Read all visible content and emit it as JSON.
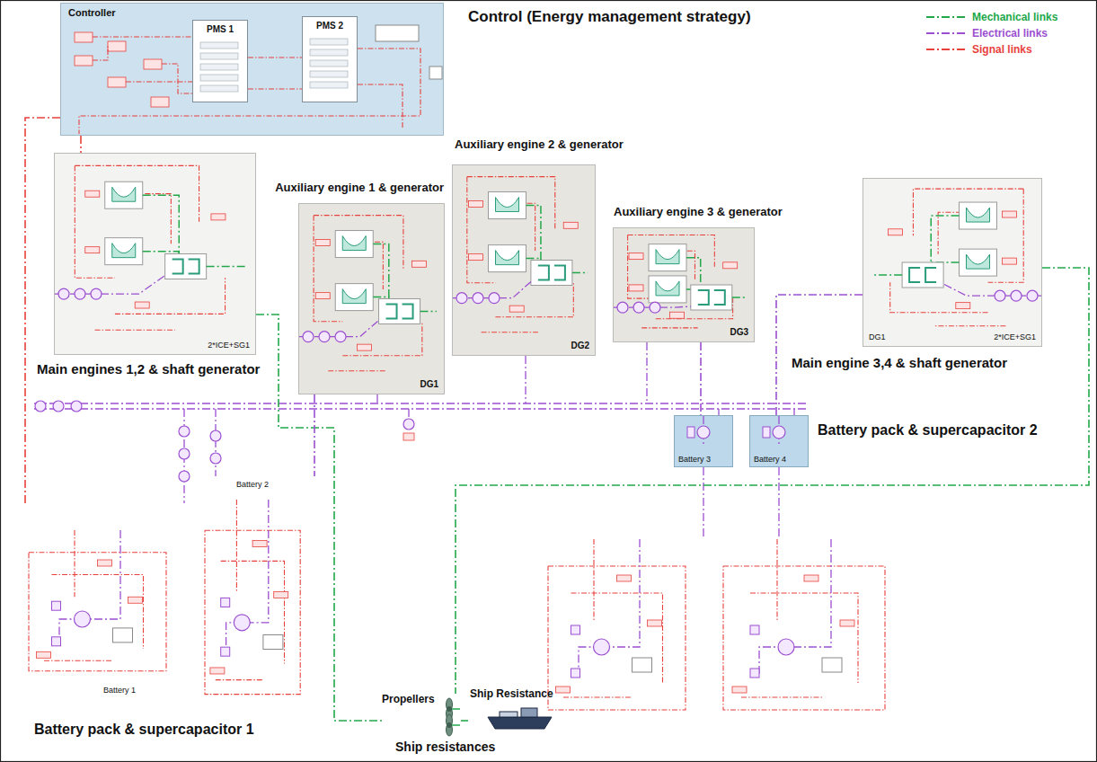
{
  "diagram": {
    "nodes": [
      {
        "text": [
          "Controller",
          "Control (Energy management strategy)"
        ]
      },
      {
        "text": [
          "PMS 1"
        ],
        "in": 0
      },
      {
        "text": [
          "PMS 2"
        ],
        "in": 0
      },
      {
        "text": [
          "2*ICE+SG1",
          "Main engines 1,2 & shaft generator"
        ]
      },
      {
        "text": [
          "Auxiliary engine 1 & generator",
          "DG1"
        ]
      },
      {
        "text": [
          "Auxiliary engine 2 & generator",
          "DG2"
        ]
      },
      {
        "text": [
          "Auxiliary engine 3 & generator",
          "DG3"
        ]
      },
      {
        "text": [
          "DG1",
          "2*ICE+SG1",
          "Main engine 3,4 & shaft generator"
        ]
      },
      {
        "text": [
          "Battery 1"
        ]
      },
      {
        "text": [
          "Battery 2"
        ]
      },
      {
        "text": [
          "Battery 3"
        ]
      },
      {
        "text": [
          "Battery 4"
        ]
      },
      {
        "text": [
          "Propellers"
        ]
      },
      {
        "text": [
          "Ship Resistance"
        ]
      }
    ],
    "edges": [
      {
        "from": 0,
        "to": 3,
        "arrow": "none"
      },
      {
        "from": 0,
        "to": 8,
        "arrow": "none"
      },
      {
        "from": 3,
        "to": 12,
        "arrow": "none"
      },
      {
        "from": 7,
        "to": 12,
        "arrow": "none"
      },
      {
        "from": 12,
        "to": 13,
        "arrow": "none"
      },
      {
        "from": 4,
        "to": 9,
        "arrow": "none"
      },
      {
        "from": 6,
        "to": 10,
        "arrow": "none"
      },
      {
        "from": 7,
        "to": 11,
        "arrow": "none"
      }
    ],
    "labels": [
      "Battery pack & supercapacitor 1",
      "Battery pack & supercapacitor 2",
      "Ship resistances"
    ],
    "legend": [
      {
        "text": "Mechanical links"
      },
      {
        "text": "Electrical links"
      },
      {
        "text": "Signal links"
      }
    ]
  }
}
